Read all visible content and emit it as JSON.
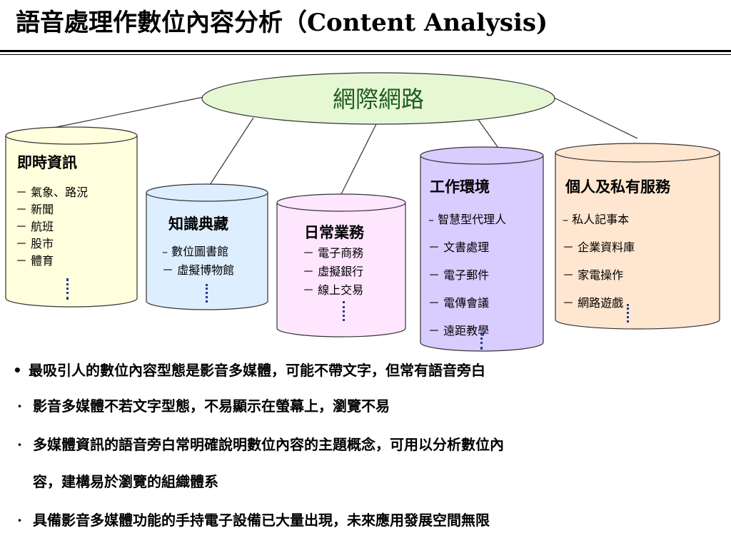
{
  "title": "語音處理作數位內容分析（Content Analysis)",
  "hub": {
    "label": "網際網路"
  },
  "cylinders": [
    {
      "id": "instant",
      "title": "即時資訊",
      "items": [
        "－ 氣象、路況",
        "－ 新聞",
        "－ 航班",
        "－ 股市",
        "－ 體育"
      ],
      "fill": "#ffffdd"
    },
    {
      "id": "knowledge",
      "title": "知識典藏",
      "items": [
        "– 數位圖書館",
        "－ 虛擬博物館"
      ],
      "fill": "#ddeeff"
    },
    {
      "id": "daily",
      "title": "日常業務",
      "items": [
        "－ 電子商務",
        "－ 虛擬銀行",
        "－ 線上交易"
      ],
      "fill": "#ffe6ff"
    },
    {
      "id": "work",
      "title": "工作環境",
      "items": [
        "– 智慧型代理人",
        "－ 文書處理",
        "－ 電子郵件",
        "－ 電傳會議",
        "－ 遠距教學"
      ],
      "fill": "#d9ccff"
    },
    {
      "id": "personal",
      "title": "個人及私有服務",
      "items": [
        "– 私人記事本",
        "－ 企業資料庫",
        "－ 家電操作",
        "－ 網路遊戲"
      ],
      "fill": "#ffe6d0"
    }
  ],
  "bullets": [
    "最吸引人的數位內容型態是影音多媒體，可能不帶文字，但常有語音旁白",
    "影音多媒體不若文字型態，不易顯示在螢幕上，瀏覽不易",
    "多媒體資訊的語音旁白常明確說明數位內容的主題概念，可用以分析數位內",
    "容，建構易於瀏覽的組織體系",
    "具備影音多媒體功能的手持電子設備已大量出現，未來應用發展空間無限"
  ],
  "colors": {
    "hub_fill": "#e6f7d4",
    "hub_text": "#1f5c1f",
    "outline": "#333333",
    "dots": "#1f3a8a"
  }
}
